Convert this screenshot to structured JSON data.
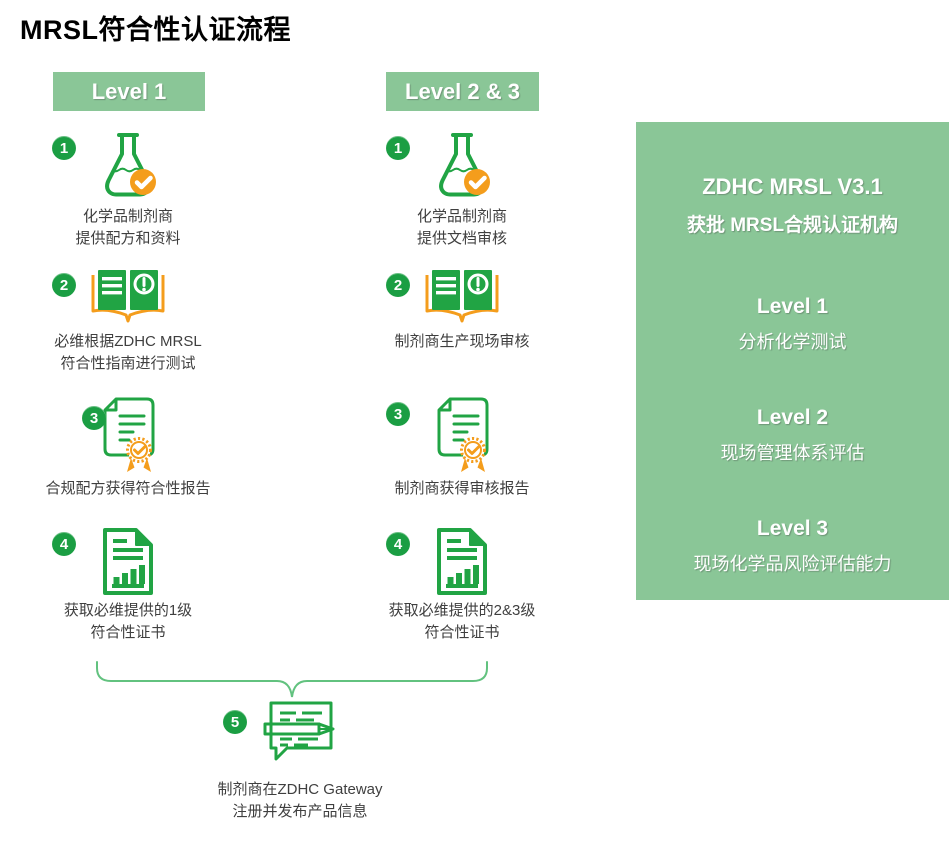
{
  "page": {
    "title": "MRSL符合性认证流程"
  },
  "columns": [
    {
      "header": "Level 1",
      "steps": [
        {
          "num": "1",
          "icon": "flask-check-icon",
          "caption": [
            "化学品制剂商",
            "提供配方和资料"
          ]
        },
        {
          "num": "2",
          "icon": "book-alert-icon",
          "caption": [
            "必维根据ZDHC MRSL",
            "符合性指南进行测试"
          ]
        },
        {
          "num": "3",
          "icon": "certificate-seal-icon",
          "caption": [
            "合规配方获得符合性报告"
          ]
        },
        {
          "num": "4",
          "icon": "report-chart-icon",
          "caption": [
            "获取必维提供的1级",
            "符合性证书"
          ]
        }
      ]
    },
    {
      "header": "Level 2 & 3",
      "steps": [
        {
          "num": "1",
          "icon": "flask-check-icon",
          "caption": [
            "化学品制剂商",
            "提供文档审核"
          ]
        },
        {
          "num": "2",
          "icon": "book-alert-icon",
          "caption": [
            "制剂商生产现场审核"
          ]
        },
        {
          "num": "3",
          "icon": "certificate-seal-icon",
          "caption": [
            "制剂商获得审核报告"
          ]
        },
        {
          "num": "4",
          "icon": "report-chart-icon",
          "caption": [
            "获取必维提供的2&3级",
            "符合性证书"
          ]
        }
      ]
    }
  ],
  "final_step": {
    "num": "5",
    "icon": "write-publish-icon",
    "caption": [
      "制剂商在ZDHC Gateway",
      "注册并发布产品信息"
    ]
  },
  "side_panel": {
    "title": "ZDHC MRSL V3.1",
    "subtitle": "获批 MRSL合规认证机构",
    "levels": [
      {
        "name": "Level 1",
        "desc": "分析化学测试"
      },
      {
        "name": "Level 2",
        "desc": "现场管理体系评估"
      },
      {
        "name": "Level 3",
        "desc": "现场化学品风险评估能力"
      }
    ]
  },
  "colors": {
    "panel_green": "#8ac697",
    "badge_green": "#1b9e43",
    "icon_green": "#21a444",
    "accent_orange": "#f49d1c",
    "bracket_green": "#62c27f",
    "caption_text": "#3f3f3f"
  }
}
